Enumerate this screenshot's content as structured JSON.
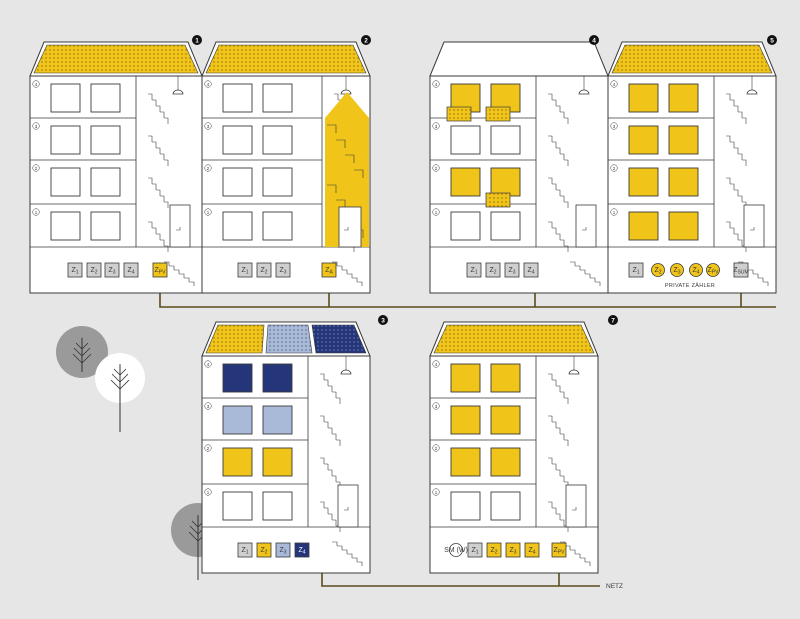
{
  "buildings": [
    {
      "number": "1",
      "floor_labels": [
        "4",
        "3",
        "2",
        "1"
      ],
      "meters": [
        "Z1",
        "Z2",
        "Z3",
        "Z4",
        "ZPV"
      ]
    },
    {
      "number": "2",
      "floor_labels": [
        "4",
        "3",
        "2",
        "1"
      ],
      "meters": [
        "Z1",
        "Z2",
        "Z3",
        "ZA"
      ]
    },
    {
      "number": "4",
      "floor_labels": [
        "4",
        "3",
        "2",
        "1"
      ],
      "meters": [
        "Z1",
        "Z2",
        "Z3",
        "Z4"
      ]
    },
    {
      "number": "5",
      "floor_labels": [
        "4",
        "3",
        "2",
        "1"
      ],
      "meters": [
        "Z1",
        "Z2",
        "Z3",
        "Z4",
        "ZPV",
        "ZSUM"
      ],
      "meter_caption": "PRIVATE ZÄHLER"
    },
    {
      "number": "3",
      "floor_labels": [
        "4",
        "3",
        "2",
        "1"
      ],
      "meters": [
        "Z1",
        "Z2",
        "Z3",
        "Z4"
      ]
    },
    {
      "number": "7",
      "floor_labels": [
        "4",
        "3",
        "2",
        "1"
      ],
      "meters": [
        "SM (W)",
        "Z1",
        "Z2",
        "Z3",
        "Z4",
        "ZPV"
      ]
    }
  ],
  "grid_label": "NETZ",
  "colors": {
    "background": "#e6e6e6",
    "wall": "#ffffff",
    "line": "#3a3a3a",
    "solar_yellow": "#f0c419",
    "light_blue": "#a9bad9",
    "navy": "#24357a",
    "grid_line": "#5a4a1c",
    "meter_gray": "#cfcfcf",
    "tree_gray": "#9a9a9a",
    "badge": "#111111"
  }
}
